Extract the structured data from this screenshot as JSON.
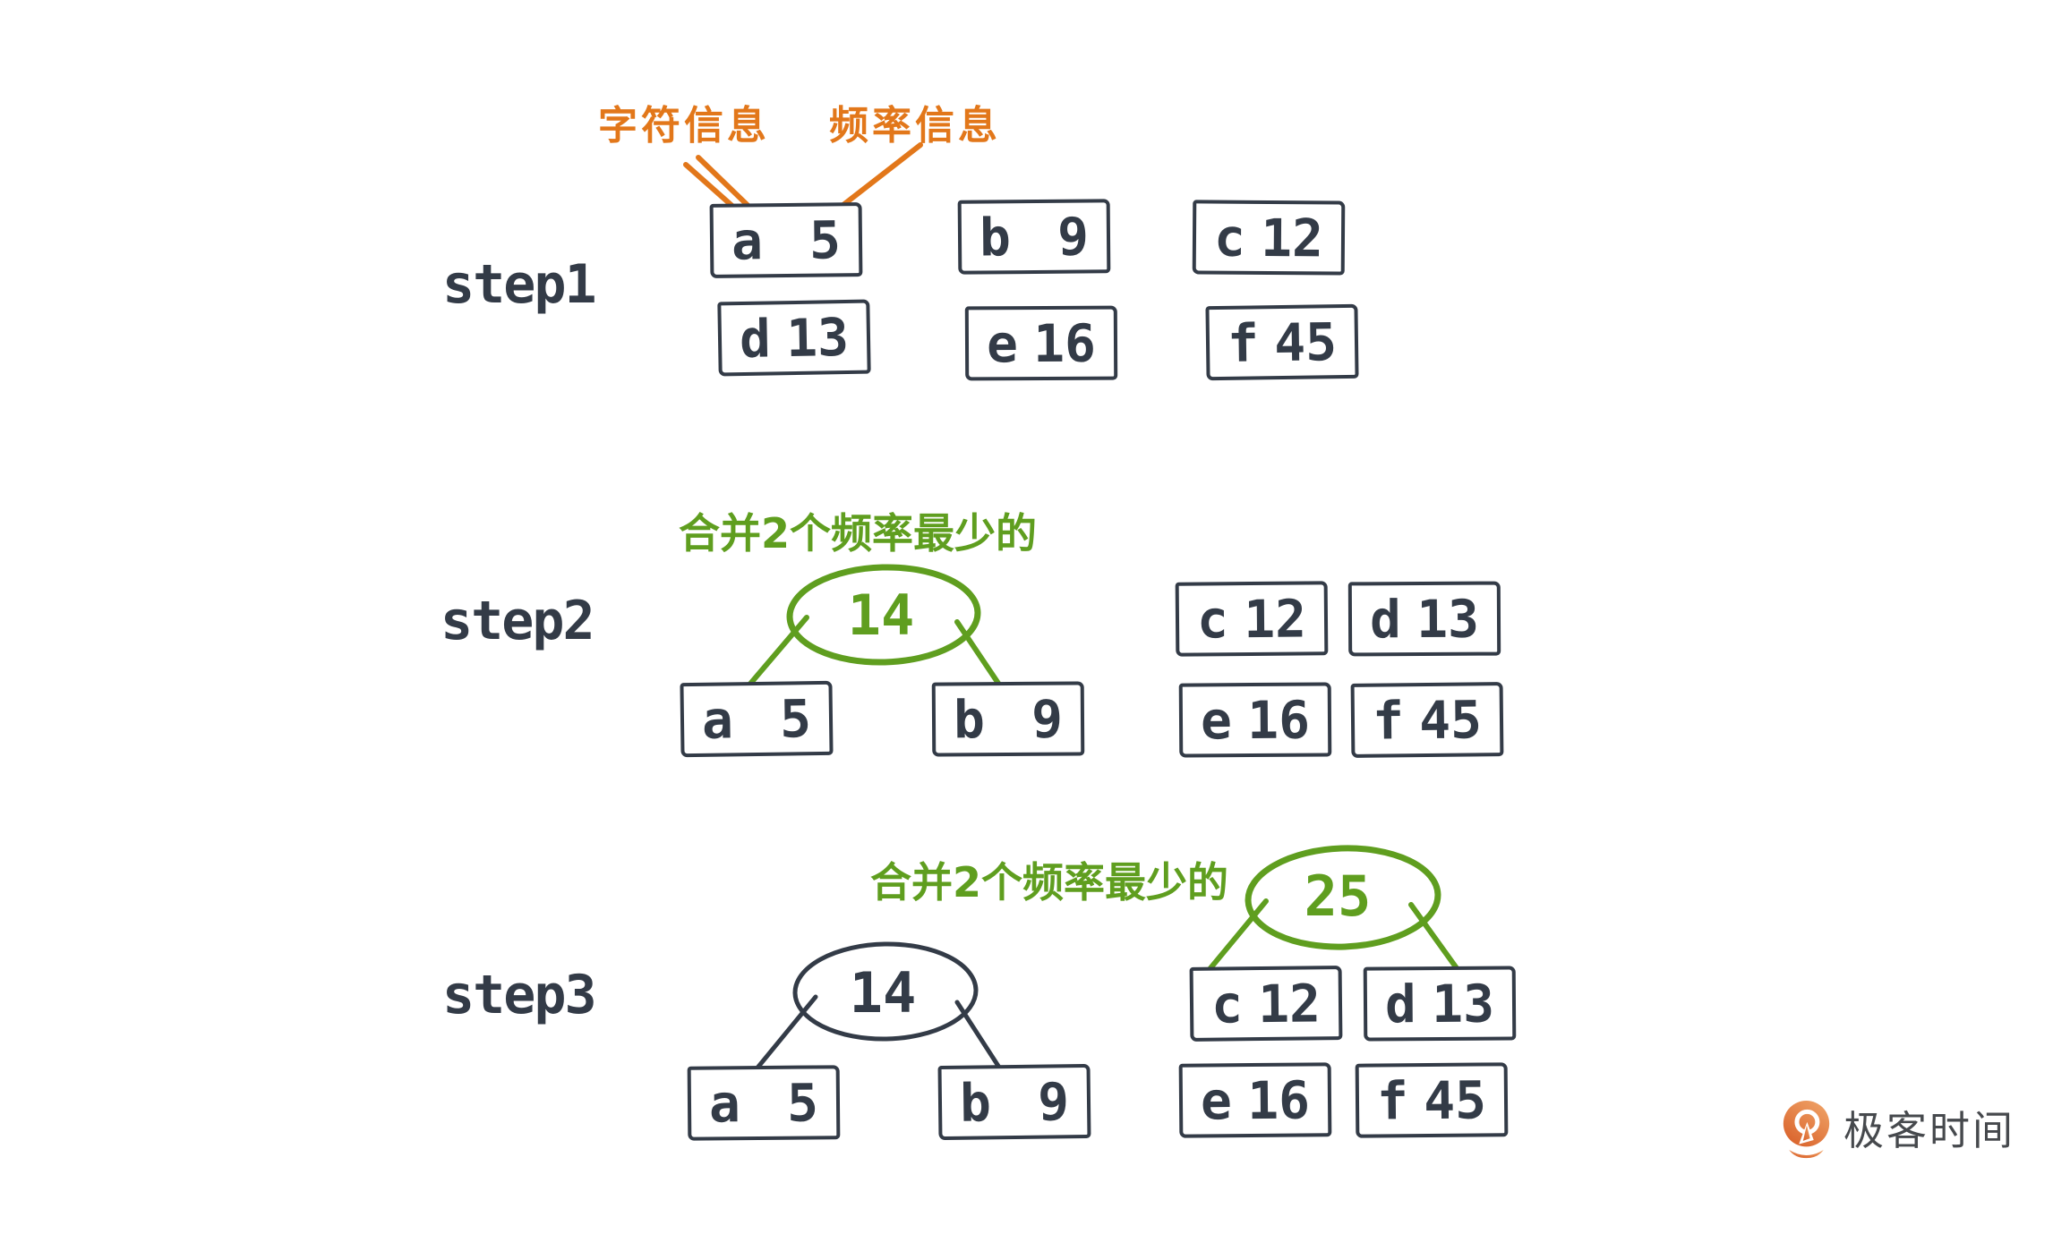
{
  "colors": {
    "ink": "#333B47",
    "orange": "#E2771A",
    "green": "#5F9E1F",
    "logo_orange_light": "#EFA266",
    "logo_orange_dark": "#D9612A",
    "logo_text": "#46494D",
    "background": "#FFFFFF"
  },
  "annotations": {
    "char_info": "字符信息",
    "freq_info": "频率信息"
  },
  "steps": [
    {
      "label": "step1",
      "boxes": [
        {
          "char": "a",
          "freq": "5"
        },
        {
          "char": "b",
          "freq": "9"
        },
        {
          "char": "c",
          "freq": "12"
        },
        {
          "char": "d",
          "freq": "13"
        },
        {
          "char": "e",
          "freq": "16"
        },
        {
          "char": "f",
          "freq": "45"
        }
      ]
    },
    {
      "label": "step2",
      "merge_label": "合并2个频率最少的",
      "node_value": "14",
      "children": [
        {
          "char": "a",
          "freq": "5"
        },
        {
          "char": "b",
          "freq": "9"
        }
      ],
      "queue": [
        {
          "char": "c",
          "freq": "12"
        },
        {
          "char": "d",
          "freq": "13"
        },
        {
          "char": "e",
          "freq": "16"
        },
        {
          "char": "f",
          "freq": "45"
        }
      ]
    },
    {
      "label": "step3",
      "merge_label": "合并2个频率最少的",
      "node14_value": "14",
      "node25_value": "25",
      "tree14_children": [
        {
          "char": "a",
          "freq": "5"
        },
        {
          "char": "b",
          "freq": "9"
        }
      ],
      "tree25_children": [
        {
          "char": "c",
          "freq": "12"
        },
        {
          "char": "d",
          "freq": "13"
        }
      ],
      "queue": [
        {
          "char": "e",
          "freq": "16"
        },
        {
          "char": "f",
          "freq": "45"
        }
      ]
    }
  ],
  "logo": {
    "brand": "极客时间"
  }
}
